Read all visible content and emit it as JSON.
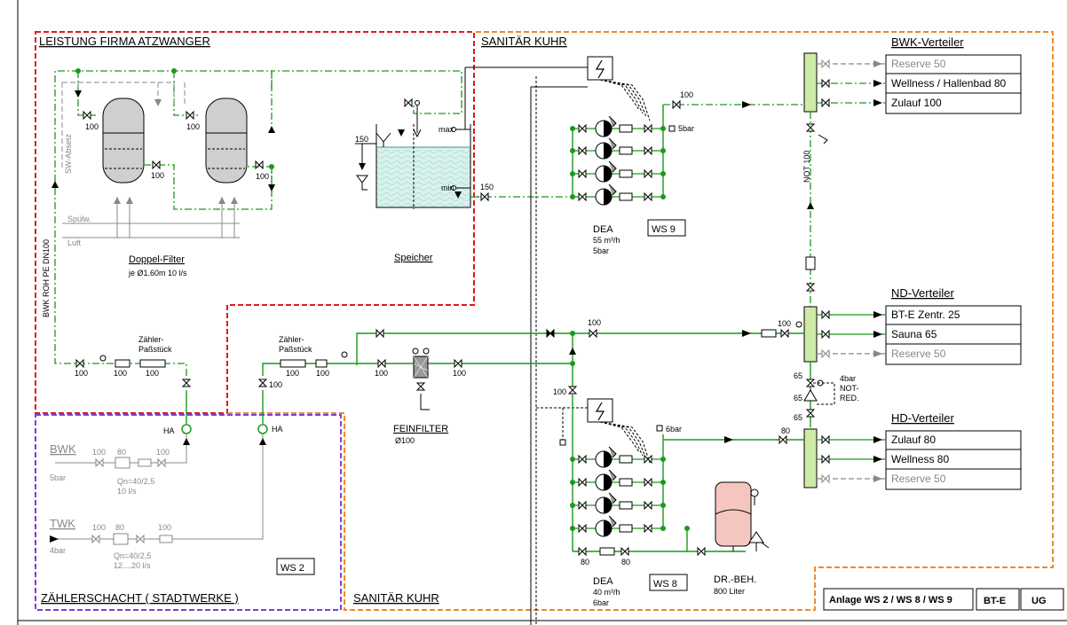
{
  "zones": {
    "atzwanger": "LEISTUNG FIRMA ATZWANGER",
    "sanitaer_top": "SANITÄR KUHR",
    "sanitaer_bottom": "SANITÄR KUHR",
    "zaehlerschacht": "ZÄHLERSCHACHT ( STADTWERKE )"
  },
  "filter": {
    "title": "Doppel-Filter",
    "spec": "je Ø1.60m   10 l/s",
    "sw_absetz": "SW-Absetz",
    "spuelw": "Spülw.",
    "luft": "Luft",
    "dn": [
      "100",
      "100",
      "100",
      "100"
    ]
  },
  "storage": {
    "title": "Speicher",
    "max": "max",
    "min": "min",
    "dn_in": "150",
    "dn_out": "150"
  },
  "bwk_pipe": "BWK  ROH  PE  DN100",
  "dea_top": {
    "title": "DEA",
    "flow": "55 m³/h",
    "pressure": "5bar",
    "ws": "WS 9",
    "pressure_tag": "5bar",
    "dn": "100"
  },
  "dea_bottom": {
    "title": "DEA",
    "flow": "40 m³/h",
    "pressure": "6bar",
    "ws": "WS 8",
    "pressure_tag": "6bar",
    "dn_left": "80",
    "dn_right": "80",
    "dn_riser": "100"
  },
  "druckbehaelter": {
    "title": "DR.-BEH.",
    "volume": "800 Liter"
  },
  "meter_left": {
    "label1": "Zähler-",
    "label2": "Paßstück",
    "dn": [
      "100",
      "100",
      "100"
    ]
  },
  "meter_right": {
    "label1": "Zähler-",
    "label2": "Paßstück",
    "dn": [
      "100",
      "100",
      "100"
    ]
  },
  "feinfilter": {
    "title": "FEINFILTER",
    "dn": "Ø100",
    "dn_in": "100",
    "dn_out": "100"
  },
  "main_line": {
    "dn_valve": "100",
    "dn_inlet": "100"
  },
  "ha_left": "HA",
  "ha_right": "HA",
  "bwk": {
    "label": "BWK",
    "pressure": "5bar",
    "dn": [
      "100",
      "80",
      "100"
    ],
    "qn": "Qn=40/2,5",
    "flow": "10 l/s"
  },
  "twk": {
    "label": "TWK",
    "pressure": "4bar",
    "dn": [
      "100",
      "80",
      "100"
    ],
    "qn": "Qn=40/2,5",
    "flow": "12....20 l/s"
  },
  "ws2": "WS 2",
  "not_line": "NOT 100",
  "reducer": {
    "dn1": "65",
    "dn2": "65",
    "dn3": "65",
    "pressure": "4bar",
    "label1": "NOT-",
    "label2": "RED."
  },
  "distributors": {
    "bwk": {
      "title": "BWK-Verteiler",
      "rows": [
        {
          "label": "Reserve  50",
          "status": "reserve"
        },
        {
          "label": "Wellness / Hallenbad  80",
          "status": "active"
        },
        {
          "label": "Zulauf 100",
          "status": "active"
        }
      ]
    },
    "nd": {
      "title": "ND-Verteiler",
      "rows": [
        {
          "label": "BT-E  Zentr. 25",
          "status": "active"
        },
        {
          "label": "Sauna  65",
          "status": "active"
        },
        {
          "label": "Reserve  50",
          "status": "reserve"
        }
      ]
    },
    "hd": {
      "title": "HD-Verteiler",
      "dn_in": "80",
      "rows": [
        {
          "label": "Zulauf 80",
          "status": "active"
        },
        {
          "label": "Wellness  80",
          "status": "active"
        },
        {
          "label": "Reserve  50",
          "status": "reserve"
        }
      ]
    }
  },
  "title_block": {
    "anlage": "Anlage  WS 2 / WS 8 / WS 9",
    "code": "BT-E",
    "level": "UG"
  },
  "colors": {
    "pipe": "#1a9a1a",
    "zone_red": "#e21a1a",
    "zone_orange": "#f08a24",
    "zone_purple": "#7a3fe0",
    "water": "#bfe8e1",
    "distributor": "#cdeaa7",
    "tank": "#f5c6c0",
    "vessel": "#cfcfcf"
  }
}
